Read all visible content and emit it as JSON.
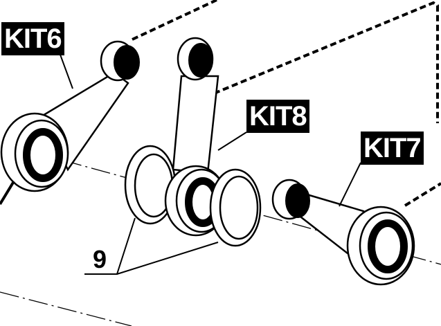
{
  "labels": {
    "kit6": "KIT6",
    "kit8": "KIT8",
    "kit7": "KIT7",
    "washers": "9"
  }
}
